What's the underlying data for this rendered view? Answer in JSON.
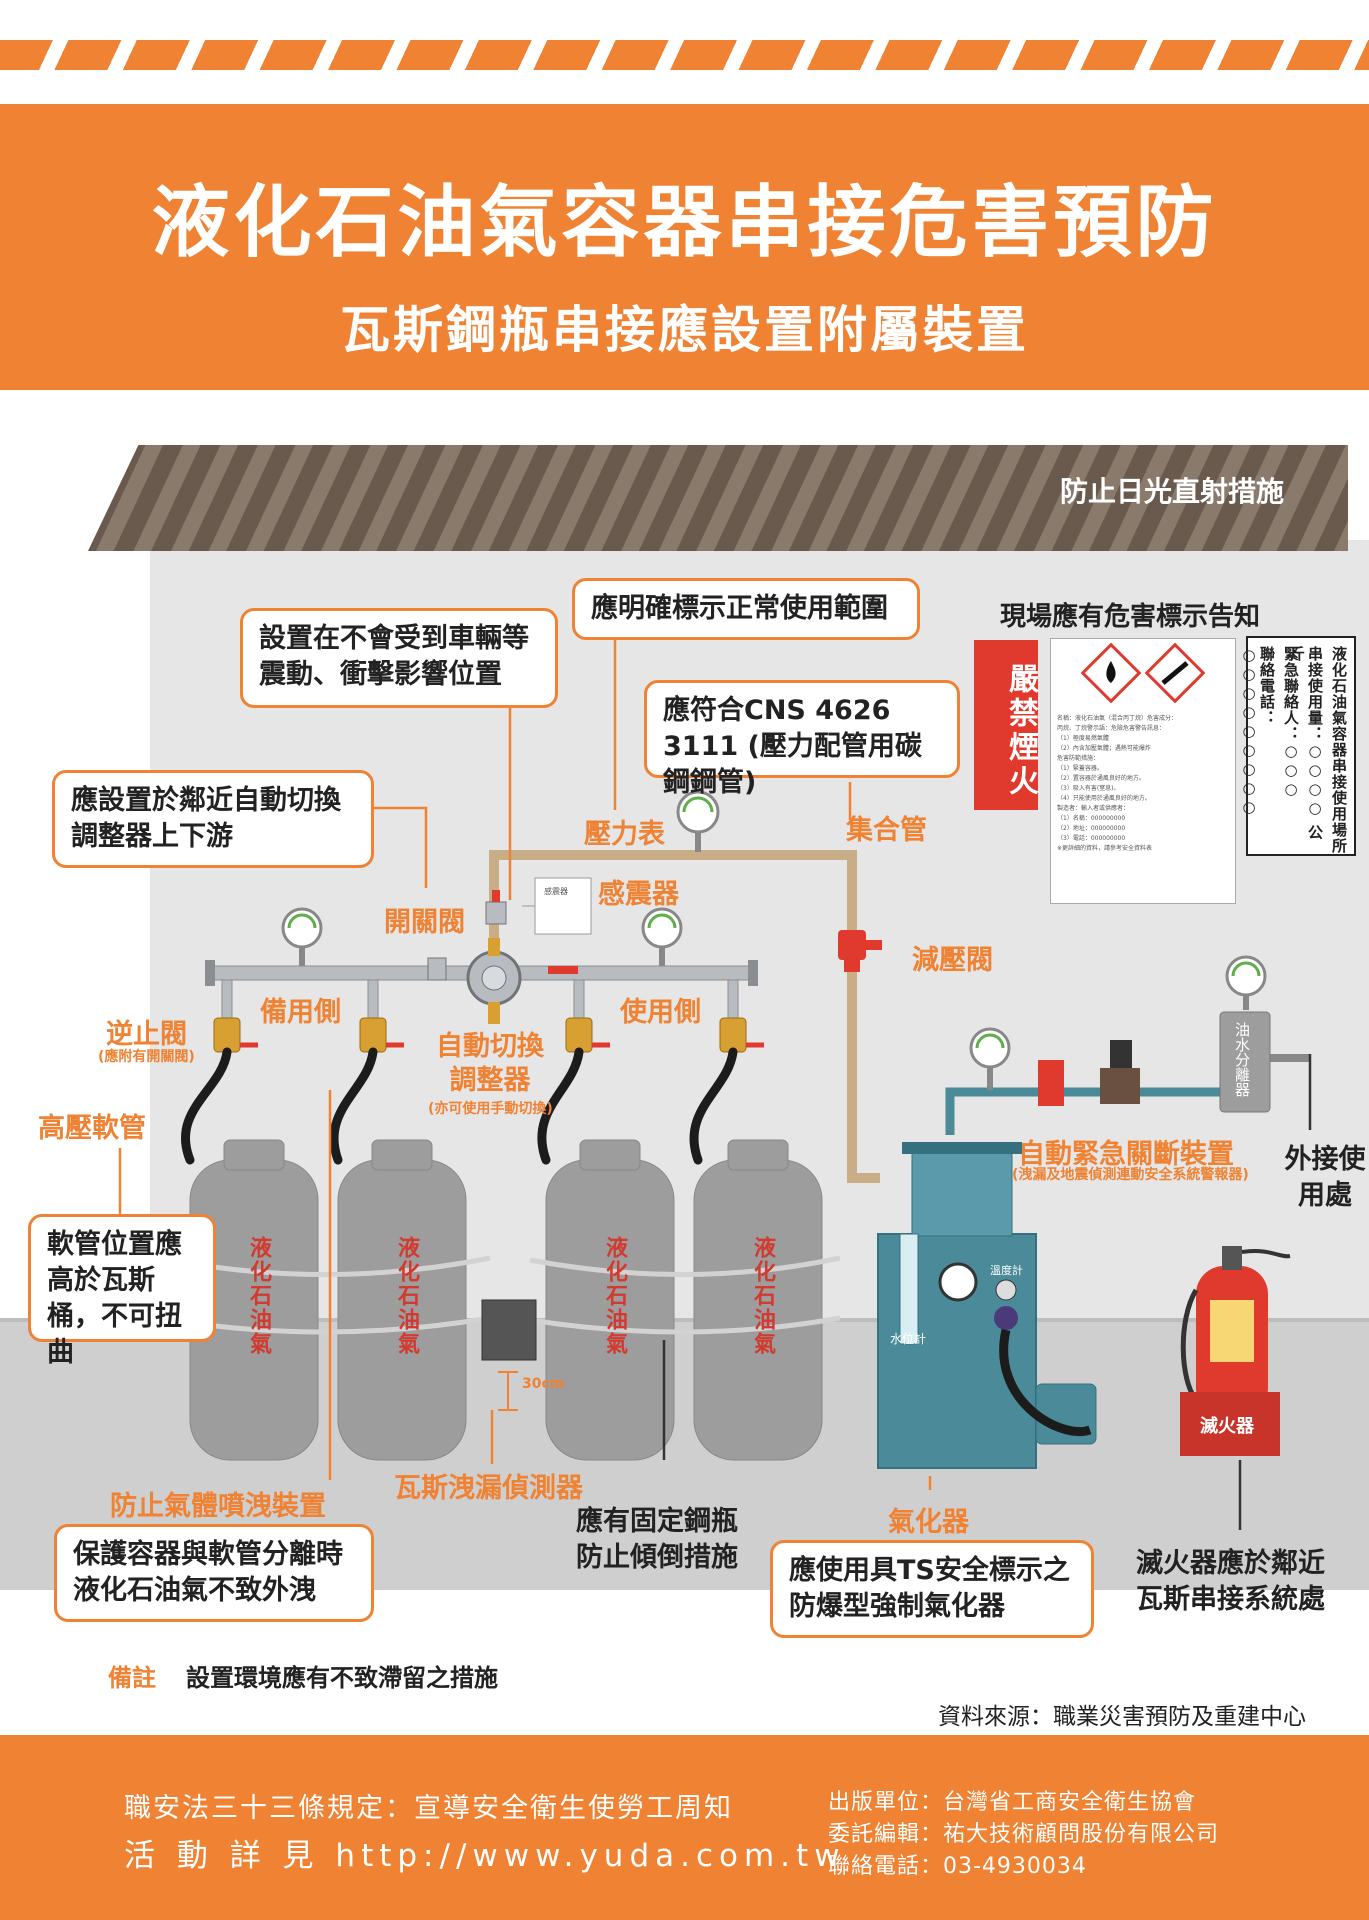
{
  "header": {
    "title": "液化石油氣容器串接危害預防",
    "subtitle": "瓦斯鋼瓶串接應設置附屬裝置"
  },
  "roof_label": "防止日光直射措施",
  "boxes": {
    "vibration": "設置在不會受到車輛等震動、衝擊影響位置",
    "usage_range": "應明確標示正常使用範圍",
    "cns": "應符合CNS 4626 3111 (壓力配管用碳鋼鋼管)",
    "near_switch": "應設置於鄰近自動切換調整器上下游",
    "hose_position": "軟管位置應高於瓦斯桶，不可扭曲",
    "protect": "保護容器與軟管分離時液化石油氣不致外洩",
    "vaporizer_req": "應使用具TS安全標示之防爆型強制氣化器"
  },
  "labels": {
    "pressure_gauge": "壓力表",
    "manifold": "集合管",
    "seismic": "感震器",
    "switch_valve": "開關閥",
    "reducing_valve": "減壓閥",
    "backup_side": "備用側",
    "use_side": "使用側",
    "check_valve": "逆止閥",
    "check_valve_note": "(應附有開關閥)",
    "auto_switch": "自動切換調整器",
    "auto_switch_note": "(亦可使用手動切換)",
    "high_pressure_hose": "高壓軟管",
    "auto_shutoff": "自動緊急關斷裝置",
    "auto_shutoff_note": "(洩漏及地震偵測連動安全系統警報器)",
    "external_use": "外接使用處",
    "anti_spray": "防止氣體噴洩裝置",
    "leak_detector": "瓦斯洩漏偵測器",
    "fix_cylinder": "應有固定鋼瓶防止傾倒措施",
    "vaporizer": "氣化器",
    "extinguisher_note": "滅火器應於鄰近瓦斯串接系統處",
    "extinguisher": "滅火器",
    "oil_water": "油水分離器",
    "level_gauge": "水位計",
    "thermometer": "溫度計",
    "distance": "30cm",
    "seismic_box": "感震器",
    "cylinder_text": "液化石油氣"
  },
  "hazard": {
    "title": "現場應有危害標示告知",
    "no_smoking": "嚴禁煙火",
    "sds_lines": [
      "名稱：液化石油氣（混合丙丁烷）危害成分：",
      "丙烷、丁烷警示語：危險危害警告訊息：",
      "（1）極度易燃氣體",
      "（2）內含加壓氣體；遇熱可能爆炸",
      "危害防範措施：",
      "（1）緊蓋容器。",
      "（2）置容器於通風良好的地方。",
      "（3）吸入有害(窒息)。",
      "（4）只能使用於通風良好的地方。",
      "製造者：輸入者或供應者：",
      "（1）名稱：000000000",
      "（2）地址：000000000",
      "（3）電話：000000000",
      "※更詳細的資料，請參考安全資料表"
    ],
    "placard_cols": [
      "液化石油氣容器串接使用場所",
      "串接使用量：○○○○ 公斤",
      "緊急聯絡人：○○○",
      "聯絡電話：○○○○○○○○○"
    ]
  },
  "note": {
    "key": "備註",
    "value": "設置環境應有不致滯留之措施"
  },
  "source": "資料來源：職業災害預防及重建中心",
  "footer": {
    "line1": "職安法三十三條規定：宣導安全衛生使勞工周知",
    "line2": "活 動 詳 見 http://www.yuda.com.tw",
    "publisher": "出版單位：台灣省工商安全衛生協會",
    "editor": "委託編輯：祐大技術顧問股份有限公司",
    "phone": "聯絡電話：03-4930034"
  },
  "colors": {
    "accent": "#ef8233",
    "roof": "#6a5a4e",
    "cylinder": "#9d9d9d",
    "vaporizer": "#4a8a99",
    "pipe": "#c9ad86",
    "red": "#e03a2f"
  }
}
